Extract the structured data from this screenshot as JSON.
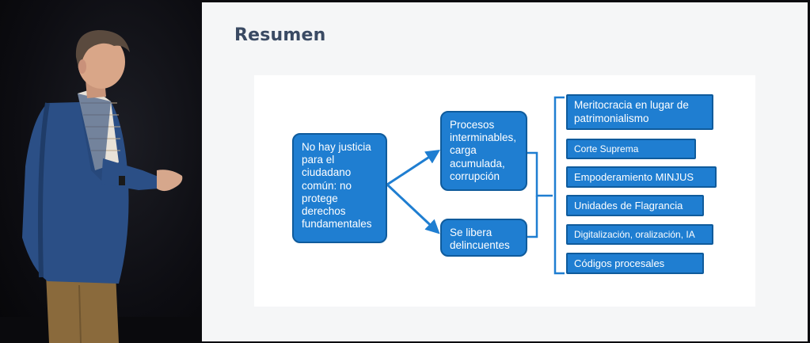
{
  "slide": {
    "title": "Resumen",
    "root_node": "No hay justicia para el ciudadano común: no protege derechos fundamentales",
    "mid_nodes": [
      "Procesos interminables, carga acumulada, corrupción",
      "Se libera delincuentes"
    ],
    "solutions": [
      "Meritocracia en lugar de patrimonialismo",
      "Corte Suprema",
      "Empoderamiento MINJUS",
      "Unidades de Flagrancia",
      "Digitalización, oralización, IA",
      "Códigos procesales"
    ]
  },
  "colors": {
    "box_fill": "#1f7ed1",
    "box_border": "#0f5b9c",
    "connector": "#1f7ed1",
    "title": "#3a4a63",
    "slide_bg": "#f5f6f7",
    "stage_bg": "#0d0d12"
  }
}
